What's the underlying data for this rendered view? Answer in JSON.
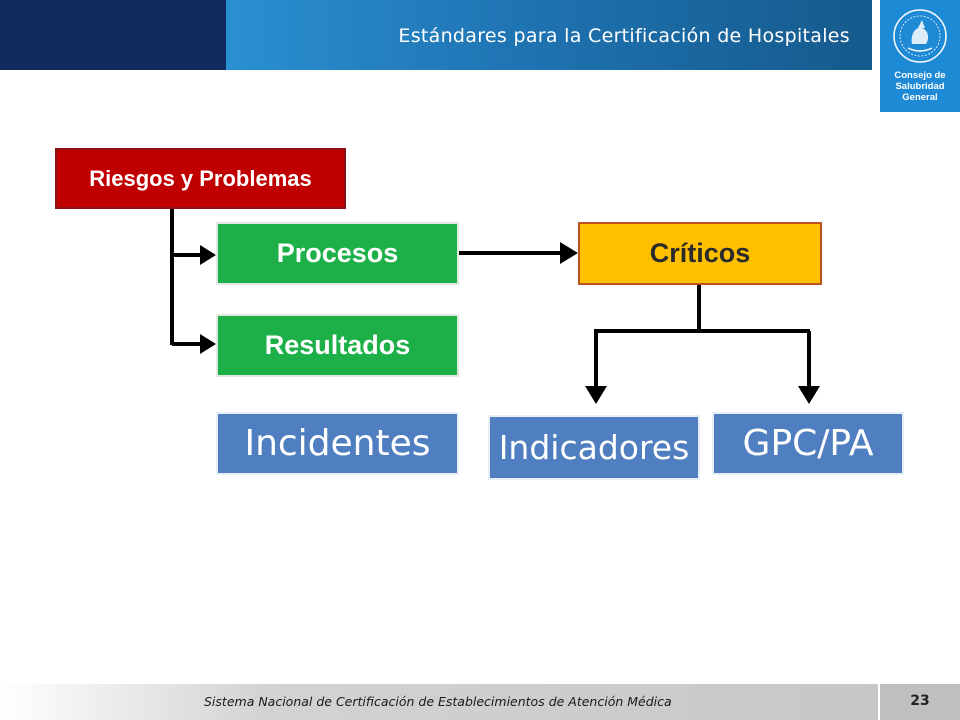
{
  "header": {
    "title": "Estándares para la Certificación de Hospitales"
  },
  "logo": {
    "lines": [
      "Consejo de",
      "Salubridad",
      "General"
    ]
  },
  "diagram": {
    "root": "Riesgos y Problemas",
    "procesos": "Procesos",
    "resultados": "Resultados",
    "criticos": "Críticos",
    "incidentes": "Incidentes",
    "indicadores": "Indicadores",
    "gpc": "GPC/PA"
  },
  "colors": {
    "root": "#c00000",
    "green": "#1db048",
    "criticos": "#ffc000",
    "blue": "#4f7fc0",
    "header": "#1f74b3"
  },
  "footer": {
    "text": "Sistema Nacional de Certificación de Establecimientos de Atención Médica",
    "page_number": "23"
  }
}
